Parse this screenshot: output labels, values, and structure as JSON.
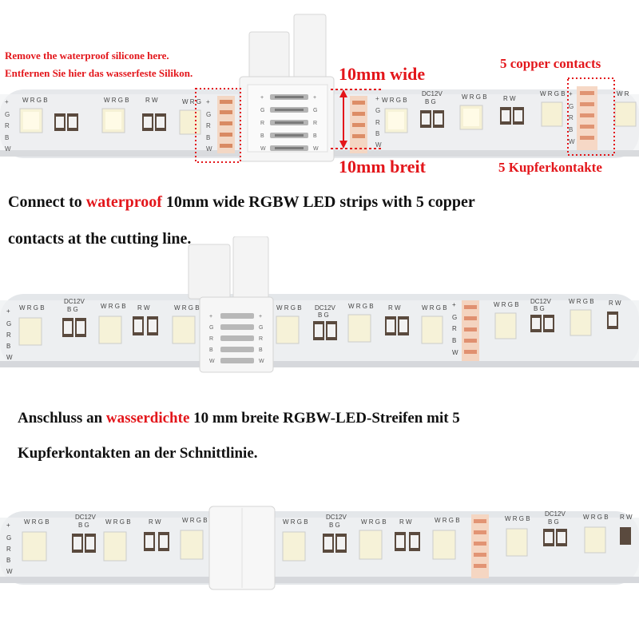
{
  "annotations": {
    "remove_silicone_en": "Remove the waterproof silicone here.",
    "remove_silicone_de": "Entfernen Sie hier das wasserfeste Silikon.",
    "width_en": "10mm  wide",
    "width_de": "10mm breit",
    "copper_en": "5 copper contacts",
    "copper_de": "5 Kupferkontakte"
  },
  "description_en": {
    "part1": "Connect to ",
    "highlight": "waterproof",
    "part2": " 10mm wide RGBW LED strips with 5 copper",
    "line2": "contacts at the cutting line."
  },
  "description_de": {
    "part1": "Anschluss an ",
    "highlight": "wasserdichte",
    "part2": " 10 mm breite RGBW-LED-Streifen mit 5",
    "line2": "Kupferkontakten an der Schnittlinie."
  },
  "strip_labels": {
    "rgbw": "W R G B",
    "voltage": "DC12V",
    "bg": "B  G",
    "rw": "R  W",
    "pins": [
      "+",
      "G",
      "R",
      "B",
      "W"
    ]
  },
  "colors": {
    "accent_red": "#e3161b",
    "strip": "#e7e9ec",
    "copper": "#e8a27c",
    "text": "#111111"
  }
}
